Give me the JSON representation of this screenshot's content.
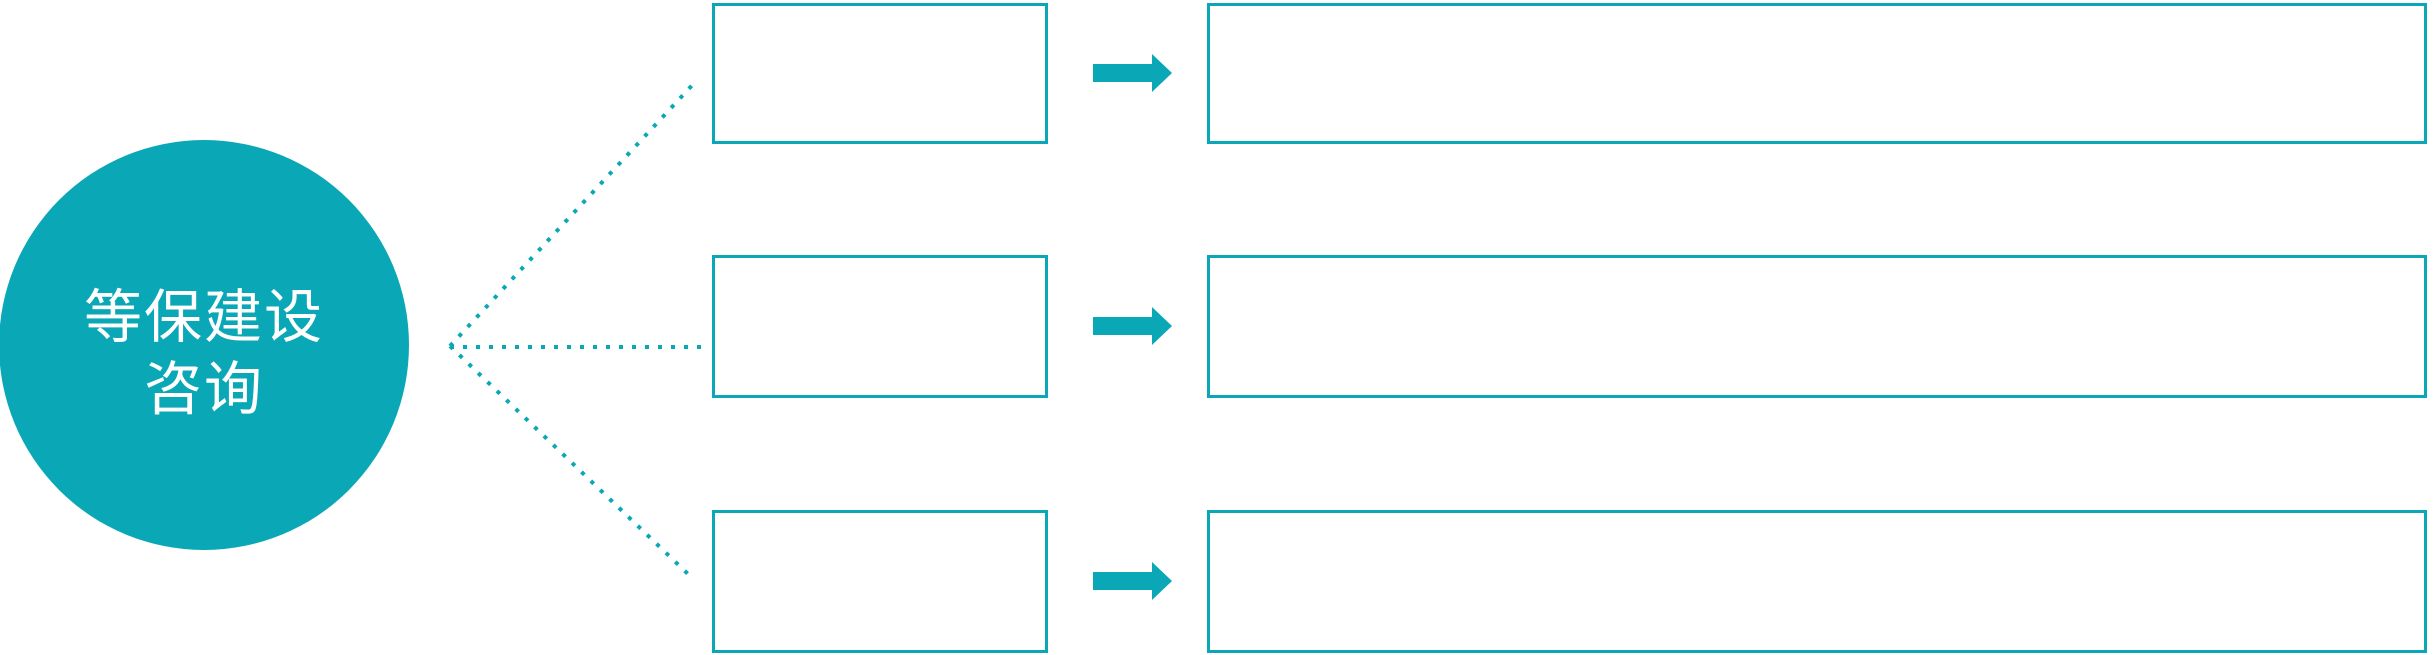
{
  "diagram": {
    "type": "hub-and-spoke-flow",
    "accent_color": "#0AA8B6",
    "background_color": "#FFFFFF",
    "hub": {
      "label_lines": [
        "等保建设",
        "咨询"
      ],
      "text_color": "#FFFFFF",
      "shape": "circle"
    },
    "connector_style": "dotted",
    "rows": [
      {
        "sub_box_text": "",
        "arrow_icon": "arrow-right-icon",
        "detail_box_text": ""
      },
      {
        "sub_box_text": "",
        "arrow_icon": "arrow-right-icon",
        "detail_box_text": ""
      },
      {
        "sub_box_text": "",
        "arrow_icon": "arrow-right-icon",
        "detail_box_text": ""
      }
    ]
  }
}
